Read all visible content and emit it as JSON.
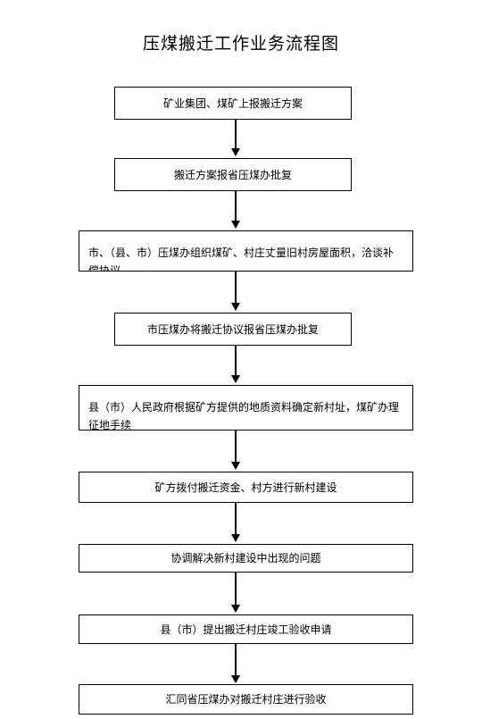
{
  "title": "压煤搬迁工作业务流程图",
  "steps": [
    "矿业集团、煤矿上报搬迁方案",
    "搬迁方案报省压煤办批复",
    "市、（县、市）压煤办组织煤矿、村庄丈量旧村房屋面积，洽谈补偿协议",
    "市压煤办将搬迁协议报省压煤办批复",
    "县（市）人民政府根据矿方提供的地质资料确定新村址，煤矿办理征地手续",
    "矿方拨付搬迁资金、村方进行新村建设",
    "协调解决新村建设中出现的问题",
    "县（市）提出搬迁村庄竣工验收申请",
    "汇同省压煤办对搬迁村庄进行验收"
  ]
}
